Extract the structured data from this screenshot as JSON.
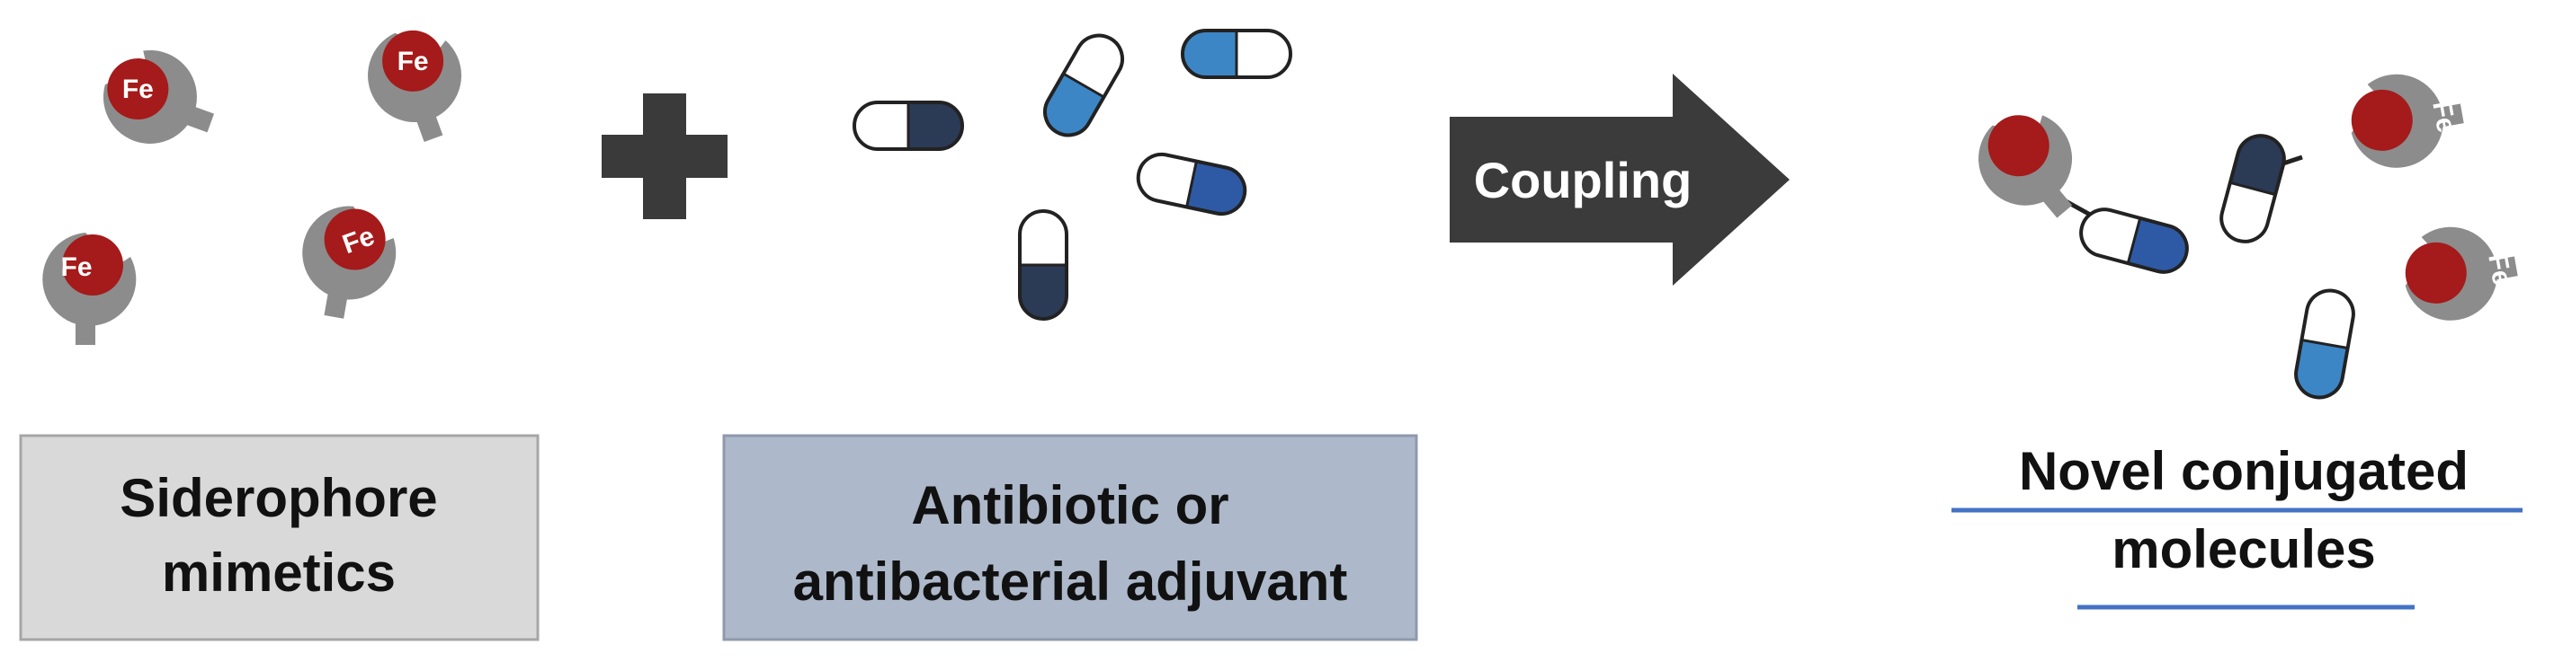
{
  "iron_label": "Fe",
  "siderophore_box": {
    "line1": "Siderophore",
    "line2": "mimetics"
  },
  "antibiotic_box": {
    "line1": "Antibiotic or",
    "line2": "antibacterial adjuvant"
  },
  "arrow": {
    "label": "Coupling"
  },
  "result": {
    "line1": "Novel conjugated",
    "line2": "molecules"
  },
  "colors": {
    "siderophore_gray": "#8c8c8c",
    "iron_red": "#a51a1a",
    "plus_dark": "#3a3a3a",
    "arrow_dark": "#3b3b3b",
    "capsule_navy": "#2b3a55",
    "capsule_light_blue": "#3d86c6",
    "capsule_royal_blue": "#2e5aa5",
    "siderophore_box_fill": "#d9d9d9",
    "antibiotic_box_fill": "#adb9ca",
    "underline_blue": "#4472c4"
  }
}
